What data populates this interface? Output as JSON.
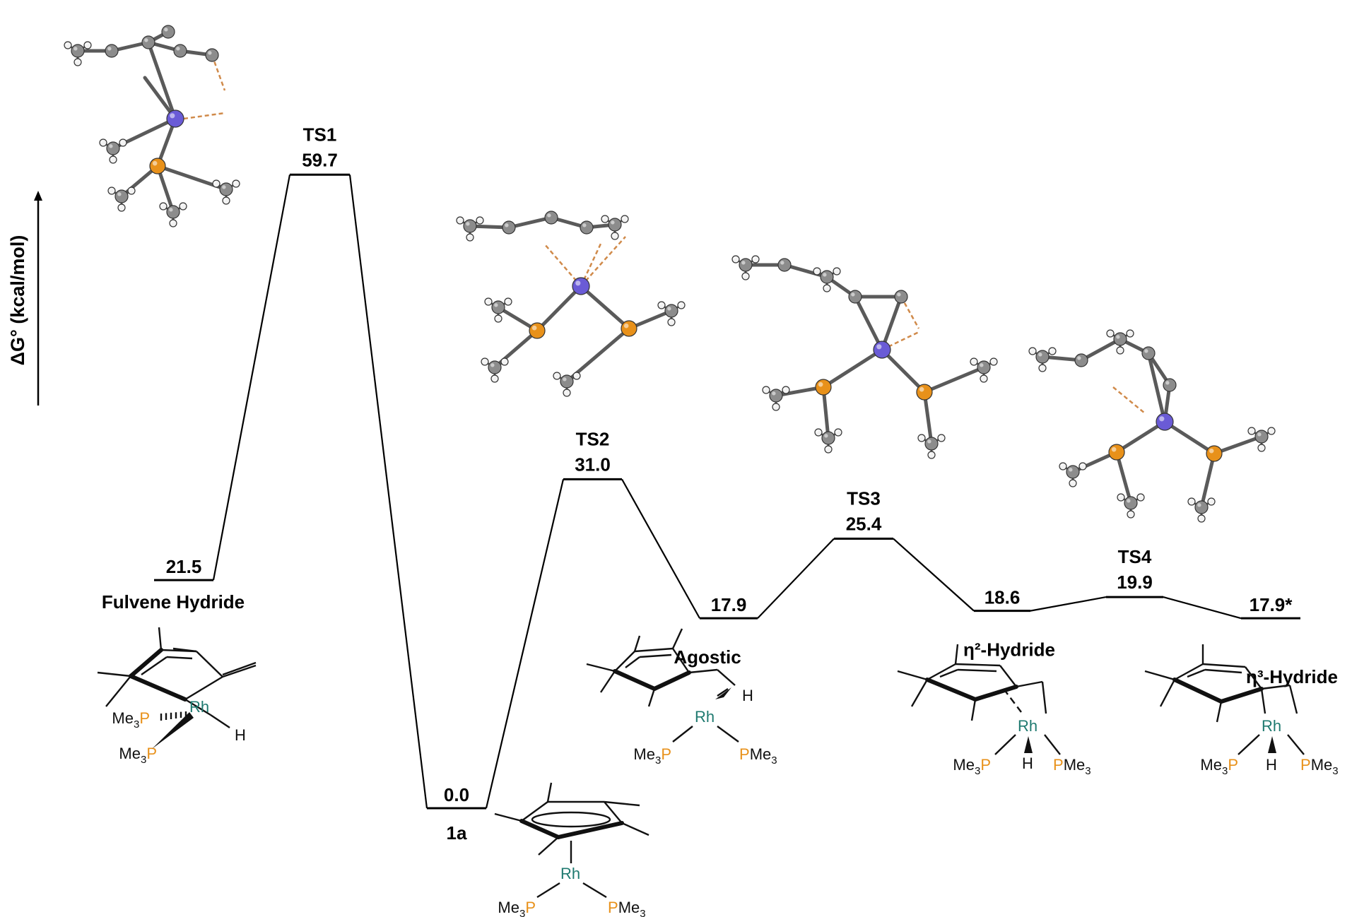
{
  "axis": {
    "label": "ΔG° (kcal/mol)"
  },
  "chart_data": {
    "type": "energy-profile",
    "ylabel": "ΔG° (kcal/mol)",
    "levels": [
      {
        "id": "fulvene",
        "energy": 21.5,
        "value_label": "21.5",
        "name": "Fulvene Hydride",
        "kind": "intermediate"
      },
      {
        "id": "ts1",
        "energy": 59.7,
        "value_label": "59.7",
        "name": "TS1",
        "kind": "ts"
      },
      {
        "id": "1a",
        "energy": 0.0,
        "value_label": "0.0",
        "name": "1a",
        "kind": "intermediate"
      },
      {
        "id": "ts2",
        "energy": 31.0,
        "value_label": "31.0",
        "name": "TS2",
        "kind": "ts"
      },
      {
        "id": "agostic",
        "energy": 17.9,
        "value_label": "17.9",
        "name": "Agostic",
        "kind": "intermediate"
      },
      {
        "id": "ts3",
        "energy": 25.4,
        "value_label": "25.4",
        "name": "TS3",
        "kind": "ts"
      },
      {
        "id": "eta2",
        "energy": 18.6,
        "value_label": "18.6",
        "name": "η²-Hydride",
        "kind": "intermediate"
      },
      {
        "id": "ts4",
        "energy": 19.9,
        "value_label": "19.9",
        "name": "TS4",
        "kind": "ts"
      },
      {
        "id": "eta3",
        "energy": 17.9,
        "value_label": "17.9*",
        "name": "η³-Hydride",
        "kind": "intermediate"
      }
    ]
  },
  "structure_text": {
    "rh": "Rh",
    "p": "P",
    "me3": "Me",
    "sub3": "3",
    "h": "H"
  },
  "colors": {
    "rhodium_atom": "#6a5bd6",
    "phosphorus_atom": "#e8911a",
    "carbon_atom": "#8c8c8c",
    "hydrogen_atom": "#f2f2f2",
    "rh_label": "#1f7a70",
    "p_label": "#e8911a",
    "interaction_dash": "#d08a4a"
  }
}
